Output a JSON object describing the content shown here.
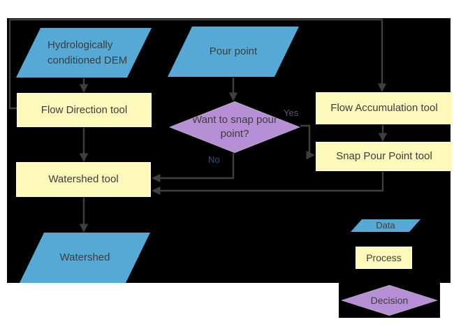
{
  "diagram": {
    "nodes": {
      "dem": {
        "label": "Hydrologically conditioned DEM",
        "shape": "parallelogram",
        "kind": "data"
      },
      "pour_point": {
        "label": "Pour point",
        "shape": "parallelogram",
        "kind": "data"
      },
      "flow_direction": {
        "label": "Flow Direction tool",
        "shape": "rectangle",
        "kind": "process"
      },
      "flow_accumulation": {
        "label": "Flow Accumulation tool",
        "shape": "rectangle",
        "kind": "process"
      },
      "decision": {
        "label": "Want to snap pour point?",
        "shape": "diamond",
        "kind": "decision"
      },
      "snap_pour_point": {
        "label": "Snap Pour Point tool",
        "shape": "rectangle",
        "kind": "process"
      },
      "watershed_tool": {
        "label": "Watershed tool",
        "shape": "rectangle",
        "kind": "process"
      },
      "watershed": {
        "label": "Watershed",
        "shape": "parallelogram",
        "kind": "data"
      }
    },
    "edges": {
      "yes_label": "Yes",
      "no_label": "No"
    },
    "legend": {
      "data_label": "Data",
      "process_label": "Process",
      "decision_label": "Decision"
    },
    "colors": {
      "background": "#000000",
      "data_fill": "#56a9d4",
      "process_fill": "#fcf9bb",
      "decision_fill": "#b78fd6",
      "decision_border": "#b2abb8",
      "connector": "#3f3f3f",
      "node_text": "#3d3d3d",
      "yes_label_color": "#565a6e",
      "no_label_color": "#33518c"
    }
  }
}
